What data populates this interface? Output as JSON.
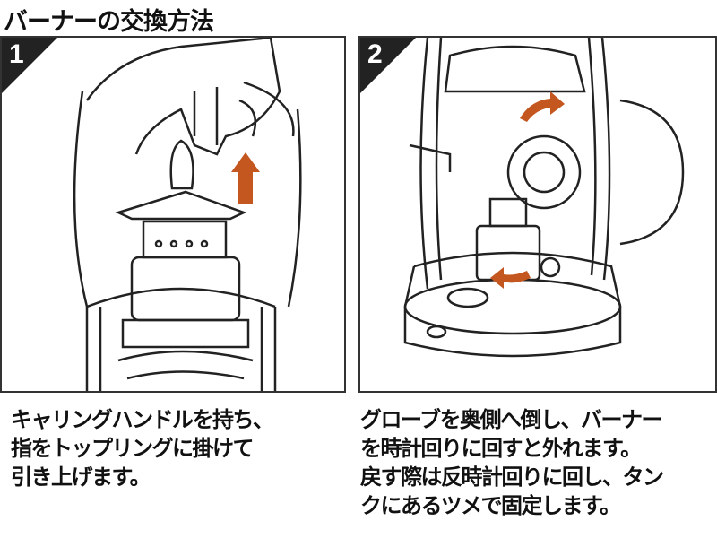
{
  "title": "バーナーの交換方法",
  "steps": [
    {
      "number": "1",
      "lines": [
        "キャリングハンドルを持ち、",
        "指をトップリングに掛けて",
        "引き上げます。"
      ]
    },
    {
      "number": "2",
      "lines": [
        "グローブを奥側へ倒し、バーナー",
        "を時計回りに回すと外れます。",
        "戻す際は反時計回りに回し、タン",
        "クにあるツメで固定します。"
      ]
    }
  ],
  "colors": {
    "arrow": "#c4561f",
    "line": "#222222"
  }
}
